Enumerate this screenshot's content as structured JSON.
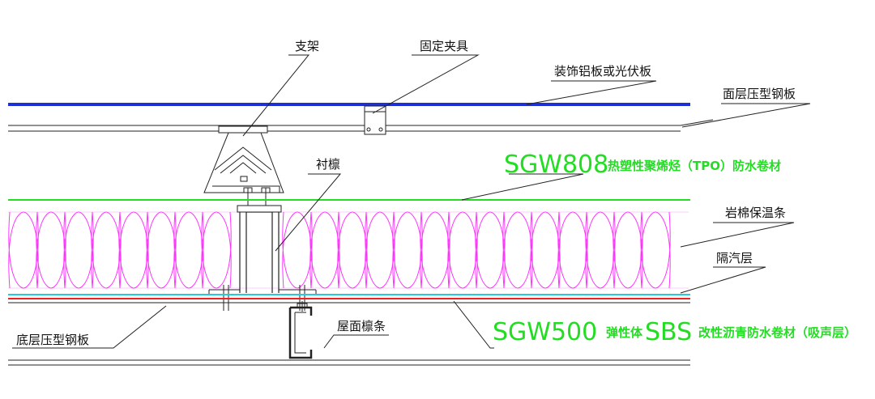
{
  "labels": {
    "bracket": "支架",
    "clamp": "固定夹具",
    "top_panel": "装饰铝板或光伏板",
    "surface_steel": "面层压型钢板",
    "tpo_code": "SGW808",
    "tpo_desc": "热塑性聚烯烃（TPO）防水卷材",
    "liner_purlin": "衬檩",
    "rockwool": "岩棉保温条",
    "vapor_barrier": "隔汽层",
    "sbs_code": "SGW500",
    "sbs_desc_a": "弹性体",
    "sbs_mid": "SBS",
    "sbs_desc_b": "改性沥青防水卷材（吸声层）",
    "bottom_steel": "底层压型钢板",
    "roof_purlin": "屋面檩条"
  },
  "colors": {
    "top_panel": "#1f2fd6",
    "tpo": "#22dd22",
    "insulation": "#ff33ff",
    "vapor": "#22ccdd",
    "sbs": "#ee2222",
    "linework": "#222222"
  }
}
